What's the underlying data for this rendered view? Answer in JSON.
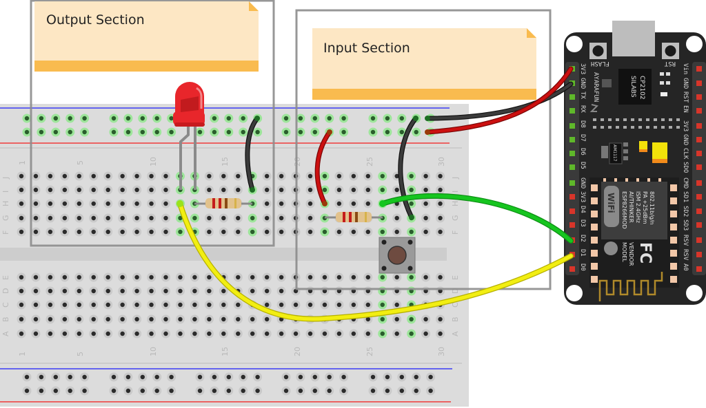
{
  "notes": {
    "output": "Output Section",
    "input": "Input Section"
  },
  "breadboard": {
    "column_numbers": [
      "1",
      "5",
      "10",
      "15",
      "20",
      "25",
      "30"
    ],
    "top_rows": [
      "J",
      "I",
      "H",
      "G",
      "F"
    ],
    "bottom_rows": [
      "E",
      "D",
      "C",
      "B",
      "A"
    ]
  },
  "nodemcu": {
    "left_pins": [
      "3V3",
      "GND",
      "TX",
      "RX",
      "D8",
      "D7",
      "D6",
      "D5",
      "GND",
      "3V3",
      "D4",
      "D3",
      "D2",
      "D1",
      "D0"
    ],
    "right_pins": [
      "Vin",
      "GND",
      "RST",
      "EN",
      "3V3",
      "GND",
      "CLK",
      "SDO",
      "CMD",
      "SD1",
      "SD2",
      "SD3",
      "RSV",
      "RSV",
      "A0"
    ],
    "flash_label": "FLASH",
    "rst_label": "RST",
    "brand": "AYARAFUN",
    "usb_chip": [
      "SILABS",
      "CP2102"
    ],
    "regulator": "AM1117",
    "wifi_logo": "WiFi",
    "fcc_logo": "FC",
    "module_text": [
      "ESP8266MOD",
      "AI/THINKER",
      "ISM 2.4GHz",
      "PA +25dBm",
      "802.11b/g/n"
    ],
    "module_labels": [
      "MODEL",
      "VENDOR"
    ]
  },
  "colors": {
    "note_fill": "#fde7c4",
    "note_band": "#f9bb4f",
    "section_border": "#8c8c8c",
    "breadboard": "#dcdcdc",
    "rail_blue": "#3b3bf5",
    "rail_red": "#f03a3a",
    "wire_red": "#cc1010",
    "wire_black": "#333333",
    "wire_green": "#16c51f",
    "wire_yellow": "#f2ee12",
    "led": "#e8262b",
    "board": "#252525"
  }
}
